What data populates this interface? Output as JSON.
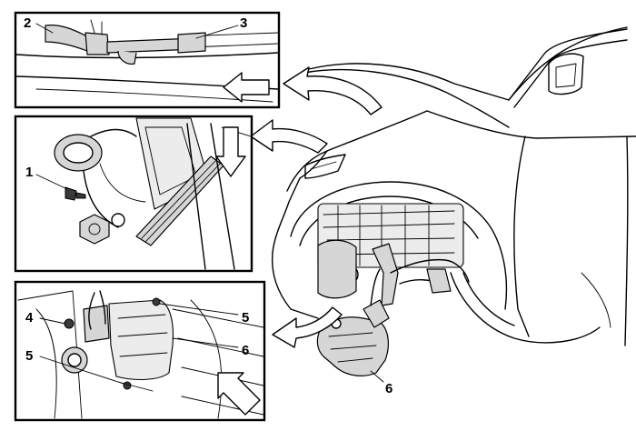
{
  "figure": {
    "callouts": {
      "c1": "1",
      "c2": "2",
      "c3": "3",
      "c4": "4",
      "c5a": "5",
      "c5b": "5",
      "c6a": "6",
      "c6b": "6"
    },
    "panels": [
      "top-detail",
      "middle-detail",
      "bottom-detail"
    ],
    "arrows": {
      "top_panel": "left",
      "middle_panel": "down",
      "bottom_panel": "up-left",
      "car_to_top": "curved",
      "car_to_middle": "curved",
      "car_to_bottom": "curved"
    }
  }
}
